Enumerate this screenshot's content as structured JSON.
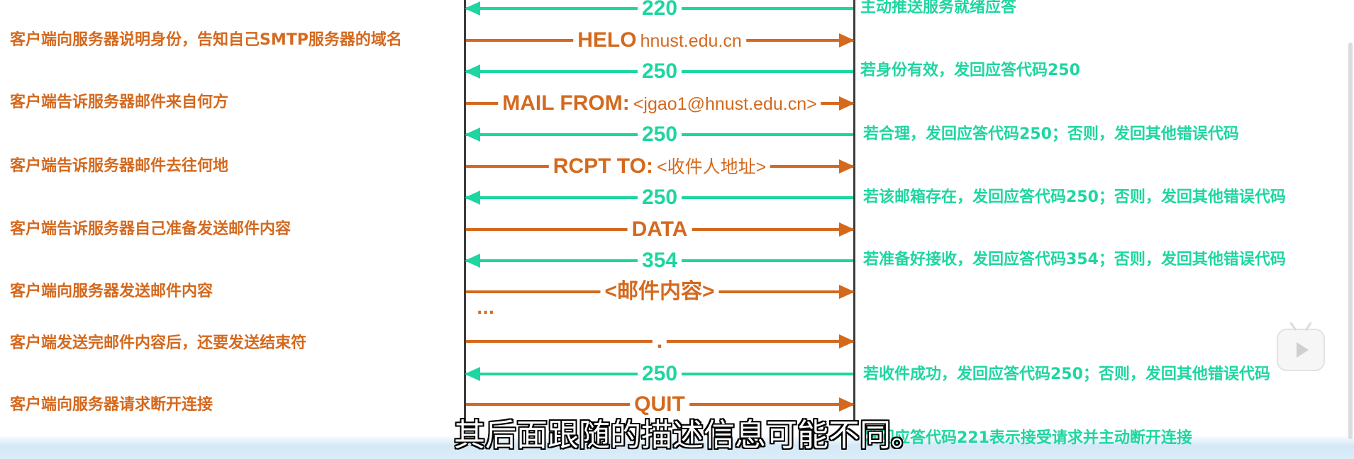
{
  "client_notes": [
    "客户端向服务器说明身份，告知自己SMTP服务器的域名",
    "客户端告诉服务器邮件来自何方",
    "客户端告诉服务器邮件去往何地",
    "客户端告诉服务器自己准备发送邮件内容",
    "客户端向服务器发送邮件内容",
    "客户端发送完邮件内容后，还要发送结束符",
    "客户端向服务器请求断开连接"
  ],
  "commands": {
    "helo": {
      "keyword": "HELO",
      "arg": "hnust.edu.cn"
    },
    "mail_from": {
      "keyword": "MAIL FROM:",
      "arg": "<jgao1@hnust.edu.cn>"
    },
    "rcpt_to": {
      "keyword": "RCPT TO:",
      "arg": "<收件人地址>"
    },
    "data": {
      "keyword": "DATA"
    },
    "content": {
      "keyword": "<邮件内容>"
    },
    "end": {
      "keyword": "."
    },
    "quit": {
      "keyword": "QUIT"
    }
  },
  "responses": [
    "220",
    "250",
    "250",
    "250",
    "354",
    "250"
  ],
  "server_notes": [
    "主动推送服务就绪应答",
    "若身份有效，发回应答代码250",
    "若合理，发回应答代码250；否则，发回其他错误代码",
    "若该邮箱存在，发回应答代码250；否则，发回其他错误代码",
    "若准备好接收，发回应答代码354；否则，发回其他错误代码",
    "若收件成功，发回应答代码250；否则，发回其他错误代码",
    "发回应答代码221表示接受请求并主动断开连接"
  ],
  "ellipsis": "...",
  "subtitle": "其后面跟随的描述信息可能不同。",
  "colors": {
    "client": "#d4691e",
    "server": "#1ed6a0",
    "line": "#3c3c3c"
  }
}
